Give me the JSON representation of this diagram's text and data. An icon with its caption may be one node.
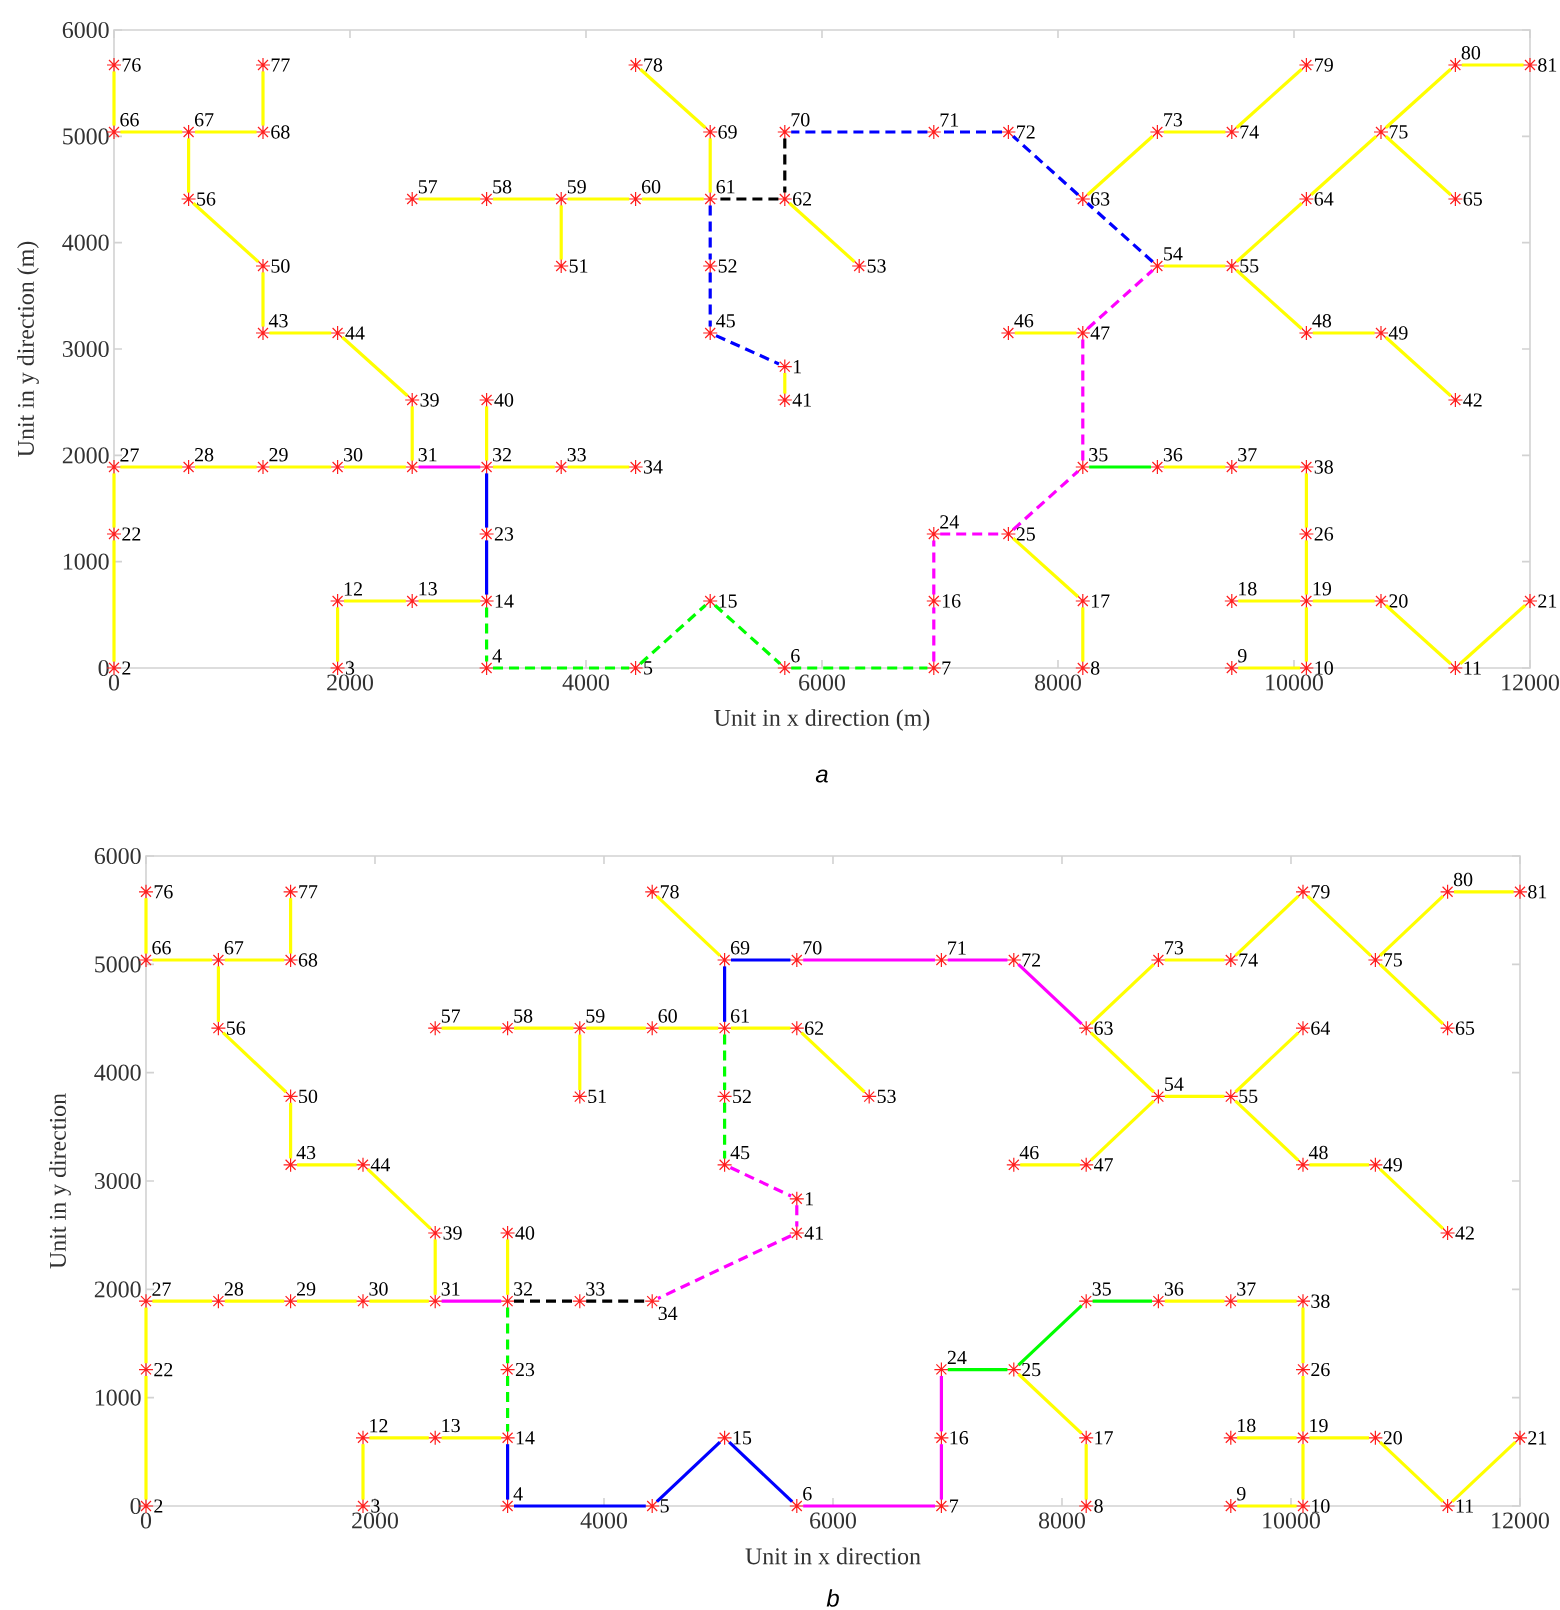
{
  "diagram": {
    "nodes": [
      {
        "text": [
          "1"
        ]
      },
      {
        "text": [
          "2"
        ]
      },
      {
        "text": [
          "3"
        ]
      },
      {
        "text": [
          "4"
        ]
      },
      {
        "text": [
          "5"
        ]
      },
      {
        "text": [
          "6"
        ]
      },
      {
        "text": [
          "7"
        ]
      },
      {
        "text": [
          "8"
        ]
      },
      {
        "text": [
          "9"
        ]
      },
      {
        "text": [
          "10"
        ]
      },
      {
        "text": [
          "11"
        ]
      },
      {
        "text": [
          "12"
        ]
      },
      {
        "text": [
          "13"
        ]
      },
      {
        "text": [
          "14"
        ]
      },
      {
        "text": [
          "15"
        ]
      },
      {
        "text": [
          "16"
        ]
      },
      {
        "text": [
          "17"
        ]
      },
      {
        "text": [
          "18"
        ]
      },
      {
        "text": [
          "19"
        ]
      },
      {
        "text": [
          "20"
        ]
      },
      {
        "text": [
          "21"
        ]
      },
      {
        "text": [
          "22"
        ]
      },
      {
        "text": [
          "23"
        ]
      },
      {
        "text": [
          "24"
        ]
      },
      {
        "text": [
          "25"
        ]
      },
      {
        "text": [
          "26"
        ]
      },
      {
        "text": [
          "27"
        ]
      },
      {
        "text": [
          "28"
        ]
      },
      {
        "text": [
          "29"
        ]
      },
      {
        "text": [
          "30"
        ]
      },
      {
        "text": [
          "31"
        ]
      },
      {
        "text": [
          "32"
        ]
      },
      {
        "text": [
          "33"
        ]
      },
      {
        "text": [
          "34"
        ]
      },
      {
        "text": [
          "35"
        ]
      },
      {
        "text": [
          "36"
        ]
      },
      {
        "text": [
          "37"
        ]
      },
      {
        "text": [
          "38"
        ]
      },
      {
        "text": [
          "39"
        ]
      },
      {
        "text": [
          "40"
        ]
      },
      {
        "text": [
          "41"
        ]
      },
      {
        "text": [
          "42"
        ]
      },
      {
        "text": [
          "43"
        ]
      },
      {
        "text": [
          "44"
        ]
      },
      {
        "text": [
          "45"
        ]
      },
      {
        "text": [
          "46"
        ]
      },
      {
        "text": [
          "47"
        ]
      },
      {
        "text": [
          "48"
        ]
      },
      {
        "text": [
          "49"
        ]
      },
      {
        "text": [
          "50"
        ]
      },
      {
        "text": [
          "51"
        ]
      },
      {
        "text": [
          "52"
        ]
      },
      {
        "text": [
          "53"
        ]
      },
      {
        "text": [
          "54"
        ]
      },
      {
        "text": [
          "55"
        ]
      },
      {
        "text": [
          "56"
        ]
      },
      {
        "text": [
          "57"
        ]
      },
      {
        "text": [
          "58"
        ]
      },
      {
        "text": [
          "59"
        ]
      },
      {
        "text": [
          "60"
        ]
      },
      {
        "text": [
          "61"
        ]
      },
      {
        "text": [
          "62"
        ]
      },
      {
        "text": [
          "63"
        ]
      },
      {
        "text": [
          "64"
        ]
      },
      {
        "text": [
          "65"
        ]
      },
      {
        "text": [
          "66"
        ]
      },
      {
        "text": [
          "67"
        ]
      },
      {
        "text": [
          "68"
        ]
      },
      {
        "text": [
          "69"
        ]
      },
      {
        "text": [
          "70"
        ]
      },
      {
        "text": [
          "71"
        ]
      },
      {
        "text": [
          "72"
        ]
      },
      {
        "text": [
          "73"
        ]
      },
      {
        "text": [
          "74"
        ]
      },
      {
        "text": [
          "75"
        ]
      },
      {
        "text": [
          "76"
        ]
      },
      {
        "text": [
          "77"
        ]
      },
      {
        "text": [
          "78"
        ]
      },
      {
        "text": [
          "79"
        ]
      },
      {
        "text": [
          "80"
        ]
      },
      {
        "text": [
          "81"
        ]
      },
      {
        "text": [
          "1"
        ]
      },
      {
        "text": [
          "2"
        ]
      },
      {
        "text": [
          "3"
        ]
      },
      {
        "text": [
          "4"
        ]
      },
      {
        "text": [
          "5"
        ]
      },
      {
        "text": [
          "6"
        ]
      },
      {
        "text": [
          "7"
        ]
      },
      {
        "text": [
          "8"
        ]
      },
      {
        "text": [
          "9"
        ]
      },
      {
        "text": [
          "10"
        ]
      },
      {
        "text": [
          "11"
        ]
      },
      {
        "text": [
          "12"
        ]
      },
      {
        "text": [
          "13"
        ]
      },
      {
        "text": [
          "14"
        ]
      },
      {
        "text": [
          "15"
        ]
      },
      {
        "text": [
          "16"
        ]
      },
      {
        "text": [
          "17"
        ]
      },
      {
        "text": [
          "18"
        ]
      },
      {
        "text": [
          "19"
        ]
      },
      {
        "text": [
          "20"
        ]
      },
      {
        "text": [
          "21"
        ]
      },
      {
        "text": [
          "22"
        ]
      },
      {
        "text": [
          "23"
        ]
      },
      {
        "text": [
          "24"
        ]
      },
      {
        "text": [
          "25"
        ]
      },
      {
        "text": [
          "26"
        ]
      },
      {
        "text": [
          "27"
        ]
      },
      {
        "text": [
          "28"
        ]
      },
      {
        "text": [
          "29"
        ]
      },
      {
        "text": [
          "30"
        ]
      },
      {
        "text": [
          "31"
        ]
      },
      {
        "text": [
          "32"
        ]
      },
      {
        "text": [
          "33"
        ]
      },
      {
        "text": [
          "34"
        ]
      },
      {
        "text": [
          "35"
        ]
      },
      {
        "text": [
          "36"
        ]
      },
      {
        "text": [
          "37"
        ]
      },
      {
        "text": [
          "38"
        ]
      },
      {
        "text": [
          "39"
        ]
      },
      {
        "text": [
          "40"
        ]
      },
      {
        "text": [
          "41"
        ]
      },
      {
        "text": [
          "42"
        ]
      },
      {
        "text": [
          "43"
        ]
      },
      {
        "text": [
          "44"
        ]
      },
      {
        "text": [
          "45"
        ]
      },
      {
        "text": [
          "46"
        ]
      },
      {
        "text": [
          "47"
        ]
      },
      {
        "text": [
          "48"
        ]
      },
      {
        "text": [
          "49"
        ]
      },
      {
        "text": [
          "50"
        ]
      },
      {
        "text": [
          "51"
        ]
      },
      {
        "text": [
          "52"
        ]
      },
      {
        "text": [
          "53"
        ]
      },
      {
        "text": [
          "54"
        ]
      },
      {
        "text": [
          "55"
        ]
      },
      {
        "text": [
          "56"
        ]
      },
      {
        "text": [
          "57"
        ]
      },
      {
        "text": [
          "58"
        ]
      },
      {
        "text": [
          "59"
        ]
      },
      {
        "text": [
          "60"
        ]
      },
      {
        "text": [
          "61"
        ]
      },
      {
        "text": [
          "62"
        ]
      },
      {
        "text": [
          "63"
        ]
      },
      {
        "text": [
          "64"
        ]
      },
      {
        "text": [
          "65"
        ]
      },
      {
        "text": [
          "66"
        ]
      },
      {
        "text": [
          "67"
        ]
      },
      {
        "text": [
          "68"
        ]
      },
      {
        "text": [
          "69"
        ]
      },
      {
        "text": [
          "70"
        ]
      },
      {
        "text": [
          "71"
        ]
      },
      {
        "text": [
          "72"
        ]
      },
      {
        "text": [
          "73"
        ]
      },
      {
        "text": [
          "74"
        ]
      },
      {
        "text": [
          "75"
        ]
      },
      {
        "text": [
          "76"
        ]
      },
      {
        "text": [
          "77"
        ]
      },
      {
        "text": [
          "78"
        ]
      },
      {
        "text": [
          "79"
        ]
      },
      {
        "text": [
          "80"
        ]
      },
      {
        "text": [
          "81"
        ]
      }
    ],
    "edges": [
      {
        "from": 75,
        "to": 65,
        "arrow": "none"
      },
      {
        "from": 65,
        "to": 66,
        "arrow": "none"
      },
      {
        "from": 66,
        "to": 67,
        "arrow": "none"
      },
      {
        "from": 67,
        "to": 76,
        "arrow": "none"
      },
      {
        "from": 66,
        "to": 55,
        "arrow": "none"
      },
      {
        "from": 55,
        "to": 49,
        "arrow": "none"
      },
      {
        "from": 49,
        "to": 42,
        "arrow": "none"
      },
      {
        "from": 42,
        "to": 43,
        "arrow": "none"
      },
      {
        "from": 43,
        "to": 38,
        "arrow": "none"
      },
      {
        "from": 38,
        "to": 30,
        "arrow": "none"
      },
      {
        "from": 26,
        "to": 27,
        "arrow": "none"
      },
      {
        "from": 27,
        "to": 28,
        "arrow": "none"
      },
      {
        "from": 28,
        "to": 29,
        "arrow": "none"
      },
      {
        "from": 29,
        "to": 30,
        "arrow": "none"
      },
      {
        "from": 31,
        "to": 32,
        "arrow": "none"
      },
      {
        "from": 32,
        "to": 33,
        "arrow": "none"
      },
      {
        "from": 31,
        "to": 39,
        "arrow": "none"
      },
      {
        "from": 26,
        "to": 21,
        "arrow": "none"
      },
      {
        "from": 21,
        "to": 1,
        "arrow": "none"
      },
      {
        "from": 11,
        "to": 12,
        "arrow": "none"
      },
      {
        "from": 12,
        "to": 13,
        "arrow": "none"
      },
      {
        "from": 11,
        "to": 2,
        "arrow": "none"
      },
      {
        "from": 77,
        "to": 68,
        "arrow": "none"
      },
      {
        "from": 68,
        "to": 60,
        "arrow": "none"
      },
      {
        "from": 56,
        "to": 57,
        "arrow": "none"
      },
      {
        "from": 57,
        "to": 58,
        "arrow": "none"
      },
      {
        "from": 58,
        "to": 59,
        "arrow": "none"
      },
      {
        "from": 59,
        "to": 60,
        "arrow": "none"
      },
      {
        "from": 58,
        "to": 50,
        "arrow": "none"
      },
      {
        "from": 61,
        "to": 52,
        "arrow": "none"
      },
      {
        "from": 0,
        "to": 40,
        "arrow": "none"
      },
      {
        "from": 72,
        "to": 73,
        "arrow": "none"
      },
      {
        "from": 73,
        "to": 78,
        "arrow": "none"
      },
      {
        "from": 72,
        "to": 62,
        "arrow": "none"
      },
      {
        "from": 54,
        "to": 63,
        "arrow": "none"
      },
      {
        "from": 63,
        "to": 74,
        "arrow": "none"
      },
      {
        "from": 74,
        "to": 79,
        "arrow": "none"
      },
      {
        "from": 79,
        "to": 80,
        "arrow": "none"
      },
      {
        "from": 74,
        "to": 64,
        "arrow": "none"
      },
      {
        "from": 53,
        "to": 54,
        "arrow": "none"
      },
      {
        "from": 54,
        "to": 47,
        "arrow": "none"
      },
      {
        "from": 47,
        "to": 48,
        "arrow": "none"
      },
      {
        "from": 48,
        "to": 41,
        "arrow": "none"
      },
      {
        "from": 45,
        "to": 46,
        "arrow": "none"
      },
      {
        "from": 35,
        "to": 36,
        "arrow": "none"
      },
      {
        "from": 36,
        "to": 37,
        "arrow": "none"
      },
      {
        "from": 37,
        "to": 25,
        "arrow": "none"
      },
      {
        "from": 25,
        "to": 18,
        "arrow": "none"
      },
      {
        "from": 18,
        "to": 9,
        "arrow": "none"
      },
      {
        "from": 8,
        "to": 9,
        "arrow": "none"
      },
      {
        "from": 17,
        "to": 18,
        "arrow": "none"
      },
      {
        "from": 18,
        "to": 19,
        "arrow": "none"
      },
      {
        "from": 19,
        "to": 10,
        "arrow": "none"
      },
      {
        "from": 10,
        "to": 20,
        "arrow": "none"
      },
      {
        "from": 24,
        "to": 16,
        "arrow": "none"
      },
      {
        "from": 16,
        "to": 7,
        "arrow": "none"
      },
      {
        "from": 30,
        "to": 31,
        "arrow": "none",
        "color": "#ff00ff"
      },
      {
        "from": 31,
        "to": 22,
        "arrow": "none",
        "color": "#0000ff"
      },
      {
        "from": 22,
        "to": 13,
        "arrow": "none",
        "color": "#0000ff"
      },
      {
        "from": 13,
        "to": 3,
        "arrow": "none",
        "style": "dashed",
        "color": "#00ff00"
      },
      {
        "from": 3,
        "to": 4,
        "arrow": "none",
        "style": "dashed",
        "color": "#00ff00"
      },
      {
        "from": 4,
        "to": 14,
        "arrow": "none",
        "style": "dashed",
        "color": "#00ff00"
      },
      {
        "from": 14,
        "to": 5,
        "arrow": "none",
        "style": "dashed",
        "color": "#00ff00"
      },
      {
        "from": 5,
        "to": 6,
        "arrow": "none",
        "style": "dashed",
        "color": "#00ff00"
      },
      {
        "from": 6,
        "to": 15,
        "arrow": "none",
        "style": "dashed",
        "color": "#ff00ff"
      },
      {
        "from": 15,
        "to": 23,
        "arrow": "none",
        "style": "dashed",
        "color": "#ff00ff"
      },
      {
        "from": 23,
        "to": 24,
        "arrow": "none",
        "style": "dashed",
        "color": "#ff00ff"
      },
      {
        "from": 24,
        "to": 34,
        "arrow": "none",
        "style": "dashed",
        "color": "#ff00ff"
      },
      {
        "from": 34,
        "to": 46,
        "arrow": "none",
        "style": "dashed",
        "color": "#ff00ff"
      },
      {
        "from": 46,
        "to": 53,
        "arrow": "none",
        "style": "dashed",
        "color": "#ff00ff"
      },
      {
        "from": 34,
        "to": 35,
        "arrow": "none",
        "color": "#00ff00"
      },
      {
        "from": 53,
        "to": 62,
        "arrow": "none",
        "style": "dashed",
        "color": "#0000ff"
      },
      {
        "from": 62,
        "to": 71,
        "arrow": "none",
        "style": "dashed",
        "color": "#0000ff"
      },
      {
        "from": 71,
        "to": 70,
        "arrow": "none",
        "style": "dashed",
        "color": "#0000ff"
      },
      {
        "from": 70,
        "to": 69,
        "arrow": "none",
        "style": "dashed",
        "color": "#0000ff"
      },
      {
        "from": 69,
        "to": 61,
        "arrow": "none",
        "style": "dashed",
        "color": "#000000"
      },
      {
        "from": 61,
        "to": 60,
        "arrow": "none",
        "style": "dashed",
        "color": "#000000"
      },
      {
        "from": 60,
        "to": 51,
        "arrow": "none",
        "style": "dashed",
        "color": "#0000ff"
      },
      {
        "from": 51,
        "to": 44,
        "arrow": "none",
        "style": "dashed",
        "color": "#0000ff"
      },
      {
        "from": 44,
        "to": 0,
        "arrow": "none",
        "style": "dashed",
        "color": "#0000ff"
      },
      {
        "from": 156,
        "to": 146,
        "arrow": "none"
      },
      {
        "from": 146,
        "to": 147,
        "arrow": "none"
      },
      {
        "from": 147,
        "to": 148,
        "arrow": "none"
      },
      {
        "from": 148,
        "to": 157,
        "arrow": "none"
      },
      {
        "from": 147,
        "to": 136,
        "arrow": "none"
      },
      {
        "from": 136,
        "to": 130,
        "arrow": "none"
      },
      {
        "from": 130,
        "to": 123,
        "arrow": "none"
      },
      {
        "from": 123,
        "to": 124,
        "arrow": "none"
      },
      {
        "from": 124,
        "to": 119,
        "arrow": "none"
      },
      {
        "from": 119,
        "to": 111,
        "arrow": "none"
      },
      {
        "from": 107,
        "to": 108,
        "arrow": "none"
      },
      {
        "from": 108,
        "to": 109,
        "arrow": "none"
      },
      {
        "from": 109,
        "to": 110,
        "arrow": "none"
      },
      {
        "from": 110,
        "to": 111,
        "arrow": "none"
      },
      {
        "from": 112,
        "to": 120,
        "arrow": "none"
      },
      {
        "from": 107,
        "to": 102,
        "arrow": "none"
      },
      {
        "from": 102,
        "to": 82,
        "arrow": "none"
      },
      {
        "from": 92,
        "to": 93,
        "arrow": "none"
      },
      {
        "from": 93,
        "to": 94,
        "arrow": "none"
      },
      {
        "from": 92,
        "to": 83,
        "arrow": "none"
      },
      {
        "from": 158,
        "to": 149,
        "arrow": "none"
      },
      {
        "from": 137,
        "to": 138,
        "arrow": "none"
      },
      {
        "from": 138,
        "to": 139,
        "arrow": "none"
      },
      {
        "from": 139,
        "to": 140,
        "arrow": "none"
      },
      {
        "from": 140,
        "to": 141,
        "arrow": "none"
      },
      {
        "from": 141,
        "to": 142,
        "arrow": "none"
      },
      {
        "from": 139,
        "to": 131,
        "arrow": "none"
      },
      {
        "from": 142,
        "to": 133,
        "arrow": "none"
      },
      {
        "from": 153,
        "to": 154,
        "arrow": "none"
      },
      {
        "from": 154,
        "to": 159,
        "arrow": "none"
      },
      {
        "from": 159,
        "to": 155,
        "arrow": "none"
      },
      {
        "from": 155,
        "to": 160,
        "arrow": "none"
      },
      {
        "from": 160,
        "to": 161,
        "arrow": "none"
      },
      {
        "from": 155,
        "to": 145,
        "arrow": "none"
      },
      {
        "from": 143,
        "to": 153,
        "arrow": "none"
      },
      {
        "from": 143,
        "to": 134,
        "arrow": "none"
      },
      {
        "from": 134,
        "to": 135,
        "arrow": "none"
      },
      {
        "from": 135,
        "to": 144,
        "arrow": "none"
      },
      {
        "from": 135,
        "to": 128,
        "arrow": "none"
      },
      {
        "from": 128,
        "to": 129,
        "arrow": "none"
      },
      {
        "from": 129,
        "to": 122,
        "arrow": "none"
      },
      {
        "from": 134,
        "to": 127,
        "arrow": "none"
      },
      {
        "from": 127,
        "to": 126,
        "arrow": "none"
      },
      {
        "from": 116,
        "to": 117,
        "arrow": "none"
      },
      {
        "from": 117,
        "to": 118,
        "arrow": "none"
      },
      {
        "from": 118,
        "to": 106,
        "arrow": "none"
      },
      {
        "from": 106,
        "to": 99,
        "arrow": "none"
      },
      {
        "from": 99,
        "to": 90,
        "arrow": "none"
      },
      {
        "from": 89,
        "to": 90,
        "arrow": "none"
      },
      {
        "from": 98,
        "to": 99,
        "arrow": "none"
      },
      {
        "from": 99,
        "to": 100,
        "arrow": "none"
      },
      {
        "from": 100,
        "to": 91,
        "arrow": "none"
      },
      {
        "from": 91,
        "to": 101,
        "arrow": "none"
      },
      {
        "from": 105,
        "to": 97,
        "arrow": "none"
      },
      {
        "from": 97,
        "to": 88,
        "arrow": "none"
      },
      {
        "from": 111,
        "to": 112,
        "arrow": "none",
        "color": "#ff00ff"
      },
      {
        "from": 150,
        "to": 151,
        "arrow": "none",
        "color": "#ff00ff"
      },
      {
        "from": 151,
        "to": 152,
        "arrow": "none",
        "color": "#ff00ff"
      },
      {
        "from": 152,
        "to": 143,
        "arrow": "none",
        "color": "#ff00ff"
      },
      {
        "from": 86,
        "to": 87,
        "arrow": "none",
        "color": "#ff00ff"
      },
      {
        "from": 87,
        "to": 96,
        "arrow": "none",
        "color": "#ff00ff"
      },
      {
        "from": 96,
        "to": 104,
        "arrow": "none",
        "color": "#ff00ff"
      },
      {
        "from": 125,
        "to": 81,
        "arrow": "none",
        "style": "dashed",
        "color": "#ff00ff"
      },
      {
        "from": 81,
        "to": 121,
        "arrow": "none",
        "style": "dashed",
        "color": "#ff00ff"
      },
      {
        "from": 121,
        "to": 114,
        "arrow": "none",
        "style": "dashed",
        "color": "#ff00ff"
      },
      {
        "from": 112,
        "to": 113,
        "arrow": "none",
        "style": "dashed",
        "color": "#000000"
      },
      {
        "from": 113,
        "to": 114,
        "arrow": "none",
        "style": "dashed",
        "color": "#000000"
      },
      {
        "from": 112,
        "to": 103,
        "arrow": "none",
        "style": "dashed",
        "color": "#00ff00"
      },
      {
        "from": 103,
        "to": 94,
        "arrow": "none",
        "style": "dashed",
        "color": "#00ff00"
      },
      {
        "from": 141,
        "to": 132,
        "arrow": "none",
        "style": "dashed",
        "color": "#00ff00"
      },
      {
        "from": 132,
        "to": 125,
        "arrow": "none",
        "style": "dashed",
        "color": "#00ff00"
      },
      {
        "from": 94,
        "to": 84,
        "arrow": "none",
        "color": "#0000ff"
      },
      {
        "from": 84,
        "to": 85,
        "arrow": "none",
        "color": "#0000ff"
      },
      {
        "from": 85,
        "to": 95,
        "arrow": "none",
        "color": "#0000ff"
      },
      {
        "from": 95,
        "to": 86,
        "arrow": "none",
        "color": "#0000ff"
      },
      {
        "from": 149,
        "to": 150,
        "arrow": "none",
        "color": "#0000ff"
      },
      {
        "from": 149,
        "to": 141,
        "arrow": "none",
        "color": "#0000ff"
      },
      {
        "from": 104,
        "to": 105,
        "arrow": "none",
        "color": "#00ff00"
      },
      {
        "from": 105,
        "to": 115,
        "arrow": "none",
        "color": "#00ff00"
      },
      {
        "from": 115,
        "to": 116,
        "arrow": "none",
        "color": "#00ff00"
      }
    ],
    "labels": [
      "0",
      "2000",
      "4000",
      "6000",
      "8000",
      "10000",
      "12000",
      "0",
      "1000",
      "2000",
      "3000",
      "4000",
      "5000",
      "6000",
      "Unit in x direction (m)",
      "Unit in y direction (m)",
      "a",
      "0",
      "2000",
      "4000",
      "6000",
      "8000",
      "10000",
      "12000",
      "0",
      "1000",
      "2000",
      "3000",
      "4000",
      "5000",
      "6000",
      "Unit in x direction",
      "Unit in y direction",
      "b"
    ]
  }
}
